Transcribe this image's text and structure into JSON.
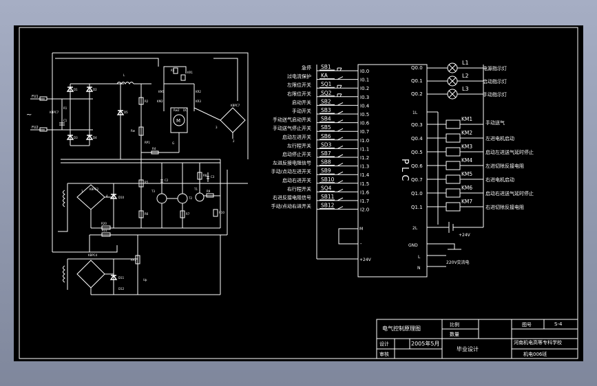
{
  "inputs": [
    {
      "label": "急停",
      "code": "SB1",
      "contact": "nc",
      "io": "I0.0"
    },
    {
      "label": "过电流保护",
      "code": "KA",
      "contact": "no",
      "io": "I0.1"
    },
    {
      "label": "左限位开关",
      "code": "SQ1",
      "contact": "nc",
      "io": "I0.2"
    },
    {
      "label": "右限位开关",
      "code": "SQ2",
      "contact": "nc",
      "io": "I0.3"
    },
    {
      "label": "启动开关",
      "code": "SB2",
      "contact": "no",
      "io": "I0.4"
    },
    {
      "label": "手动开关",
      "code": "SB3",
      "contact": "no",
      "io": "I0.5"
    },
    {
      "label": "手动送气启动开关",
      "code": "SB4",
      "contact": "no",
      "io": "I0.6"
    },
    {
      "label": "手动送气停止开关",
      "code": "SB5",
      "contact": "no",
      "io": "I0.7"
    },
    {
      "label": "启动左进开关",
      "code": "SB6",
      "contact": "no",
      "io": "I1.0"
    },
    {
      "label": "左行程开关",
      "code": "SD3",
      "contact": "no",
      "io": "I1.1"
    },
    {
      "label": "启动停止开关",
      "code": "SB7",
      "contact": "no",
      "io": "I1.2"
    },
    {
      "label": "左进反接电阻信号",
      "code": "SB8",
      "contact": "no",
      "io": "I1.3"
    },
    {
      "label": "手动/点动左进开关",
      "code": "SB9",
      "contact": "no",
      "io": "I1.4"
    },
    {
      "label": "启动右进开关",
      "code": "SB10",
      "contact": "no",
      "io": "I1.5"
    },
    {
      "label": "右行程开关",
      "code": "SQ4",
      "contact": "no",
      "io": "I1.6"
    },
    {
      "label": "右进反接电阻信号",
      "code": "SB11",
      "contact": "no",
      "io": "I1.7"
    },
    {
      "label": "手动/点动右进开关",
      "code": "SB12",
      "contact": "no",
      "io": "I2.0"
    }
  ],
  "plc": {
    "label": "P L C",
    "m": "M",
    "minus": "-",
    "v24": "+24V",
    "gnd": "GND",
    "l": "L",
    "n": "N"
  },
  "lamps": [
    {
      "io": "Q0.0",
      "code": "L1",
      "label": "电源指示灯"
    },
    {
      "io": "Q0.1",
      "code": "L2",
      "label": "启动指示灯"
    },
    {
      "io": "Q0.2",
      "code": "L3",
      "label": "手动指示灯"
    }
  ],
  "common": {
    "io": "1L"
  },
  "relays": [
    {
      "io": "Q0.3",
      "code": "KM1",
      "label": "手动送气"
    },
    {
      "io": "Q0.4",
      "code": "KM2",
      "label": "左进电机启动"
    },
    {
      "io": "Q0.5",
      "code": "KM3",
      "label": "启动左进送气延时停止"
    },
    {
      "io": "Q0.6",
      "code": "KM4",
      "label": "左进切除反接电阻"
    },
    {
      "io": "Q0.7",
      "code": "KM5",
      "label": "右进电机启动"
    },
    {
      "io": "Q1.0",
      "code": "KM6",
      "label": "启动右进送气延时停止"
    },
    {
      "io": "Q1.1",
      "code": "KM7",
      "label": "右进切除反接电阻"
    }
  ],
  "supply": {
    "io": "2L",
    "v": "+24V",
    "ac": "220V交流电"
  },
  "title_block": {
    "title": "电气控制原理图",
    "ratio": "比例",
    "qty": "数量",
    "fig": "图号",
    "fig_no": "S-4",
    "design": "设计",
    "date": "2005年5月",
    "review": "审核",
    "project": "毕业设计",
    "school": "河南机电高等专科学校",
    "class": "机电006班"
  },
  "circuit": {
    "fu1": "FU1",
    "fu2": "FU2",
    "ac": "~",
    "d1": "D1",
    "d2": "D2",
    "d3": "D3",
    "d4": "D4",
    "l1": "L",
    "d5": "D5",
    "r1": "R1",
    "r2": "R2",
    "r3": "R3",
    "rw": "Rw",
    "rp1": "RP1",
    "km1": "KM1",
    "km2": "KM2",
    "kr1": "KR1",
    "kr2": "KR2",
    "kr3": "KR3",
    "rw2": "Rw2",
    "dc": "DC",
    "m": "M",
    "g": "G",
    "br1": "KBPC2",
    "br2": "KBPC7",
    "br3": "KBPC7",
    "br4": "KBPC4",
    "r4": "R4",
    "r5": "R5",
    "r6": "R6",
    "r7": "R7",
    "r8": "R8",
    "r9": "R9",
    "r10": "R10",
    "c1": "C1",
    "c2": "C2",
    "c3": "C3",
    "t1": "T1",
    "t2": "T2",
    "t3": "T3",
    "d10": "D10",
    "d11": "D11",
    "d12": "D12",
    "rp2": "RP2",
    "up": "Up",
    "r20": "R20",
    "r11": "R11",
    "n1": "1",
    "n2": "2",
    "n3": "3",
    "n4": "4"
  }
}
